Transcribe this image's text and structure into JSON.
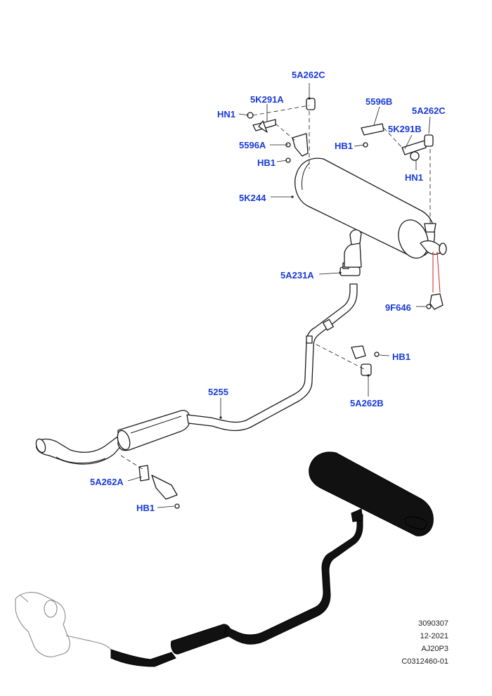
{
  "callouts": {
    "c5a262c_top": "5A262C",
    "c5k291a": "5K291A",
    "chn1_left": "HN1",
    "c5596a": "5596A",
    "chb1_left": "HB1",
    "c5596b": "5596B",
    "c5a262c_right": "5A262C",
    "c5k291b": "5K291B",
    "chb1_mid": "HB1",
    "chn1_right": "HN1",
    "c5k244": "5K244",
    "c5a231a": "5A231A",
    "c9f646": "9F646",
    "chb1_rear": "HB1",
    "c5a262b": "5A262B",
    "c5255": "5255",
    "c5a262a": "5A262A",
    "chb1_bottom": "HB1"
  },
  "meta": {
    "line1": "3090307",
    "line2": "12-2021",
    "line3": "AJ20P3",
    "line4": "C0312460-01"
  },
  "colors": {
    "callout": "#1a3ad8",
    "line": "#1a1a1a",
    "highlight": "#111111",
    "sensor_wire": "#d62020"
  }
}
